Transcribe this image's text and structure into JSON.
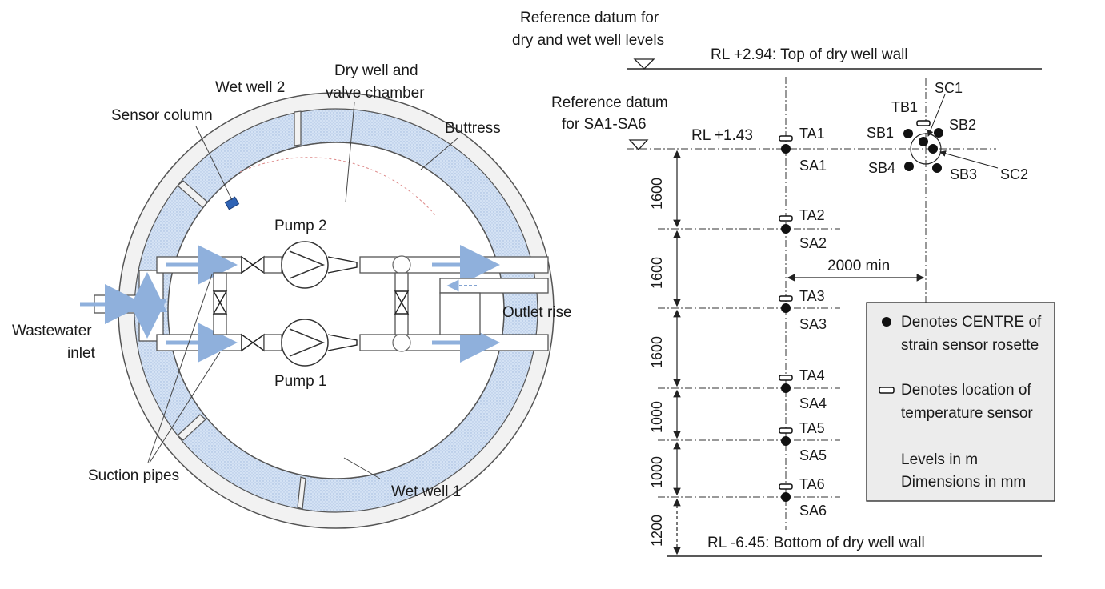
{
  "plan": {
    "labels": {
      "wet_well_2": "Wet well 2",
      "dry_well_1": "Dry well and",
      "dry_well_2": "valve chamber",
      "sensor_column": "Sensor column",
      "buttress": "Buttress",
      "pump_2": "Pump 2",
      "pump_1": "Pump 1",
      "wastewater_1": "Wastewater",
      "wastewater_2": "inlet",
      "outlet_rise": "Outlet rise",
      "suction_pipes": "Suction pipes",
      "wet_well_1": "Wet well 1"
    },
    "colors": {
      "water": "#c9d9f0",
      "flow": "#8fb0dc",
      "sensor": "#2e63b5"
    }
  },
  "elevation": {
    "ref_top_1": "Reference datum for",
    "ref_top_2": "dry and wet well levels",
    "top_wall": "RL +2.94: Top of dry well wall",
    "ref_sa_1": "Reference datum",
    "ref_sa_2": "for SA1-SA6",
    "rl_143": "RL +1.43",
    "bottom_wall": "RL -6.45: Bottom of dry well wall",
    "sensors": {
      "TA1": "TA1",
      "SA1": "SA1",
      "TA2": "TA2",
      "SA2": "SA2",
      "TA3": "TA3",
      "SA3": "SA3",
      "TA4": "TA4",
      "SA4": "SA4",
      "TA5": "TA5",
      "SA5": "SA5",
      "TA6": "TA6",
      "SA6": "SA6",
      "TB1": "TB1",
      "SC1": "SC1",
      "SC2": "SC2",
      "SB1": "SB1",
      "SB2": "SB2",
      "SB3": "SB3",
      "SB4": "SB4"
    },
    "dimensions": {
      "d1": "1600",
      "d2": "1600",
      "d3": "1600",
      "d4": "1000",
      "d5": "1000",
      "d6": "1200",
      "horizontal": "2000 min"
    }
  },
  "legend": {
    "centre_1": "Denotes CENTRE of",
    "centre_2": "strain sensor rosette",
    "temp_1": "Denotes location of",
    "temp_2": "temperature sensor",
    "levels": "Levels in m",
    "dims": "Dimensions in mm"
  }
}
